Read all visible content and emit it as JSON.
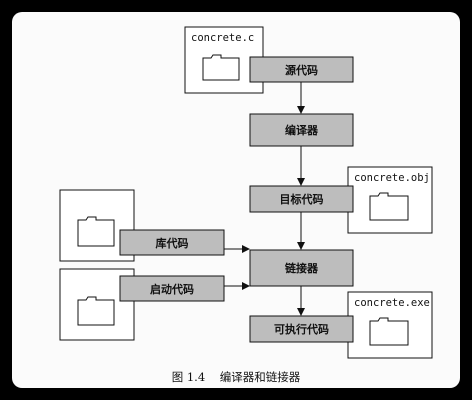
{
  "files": {
    "source_file": "concrete.c",
    "object_file": "concrete.obj",
    "executable_file": "concrete.exe"
  },
  "stages": {
    "source_code": "源代码",
    "compiler": "编译器",
    "object_code": "目标代码",
    "library_code": "库代码",
    "startup_code": "启动代码",
    "linker": "链接器",
    "executable_code": "可执行代码"
  },
  "caption": "图 1.4    编译器和链接器",
  "colors": {
    "stage_box_fill": "#bdbdbd",
    "page_background": "#fbfbfb",
    "outer_background": "#000000"
  }
}
